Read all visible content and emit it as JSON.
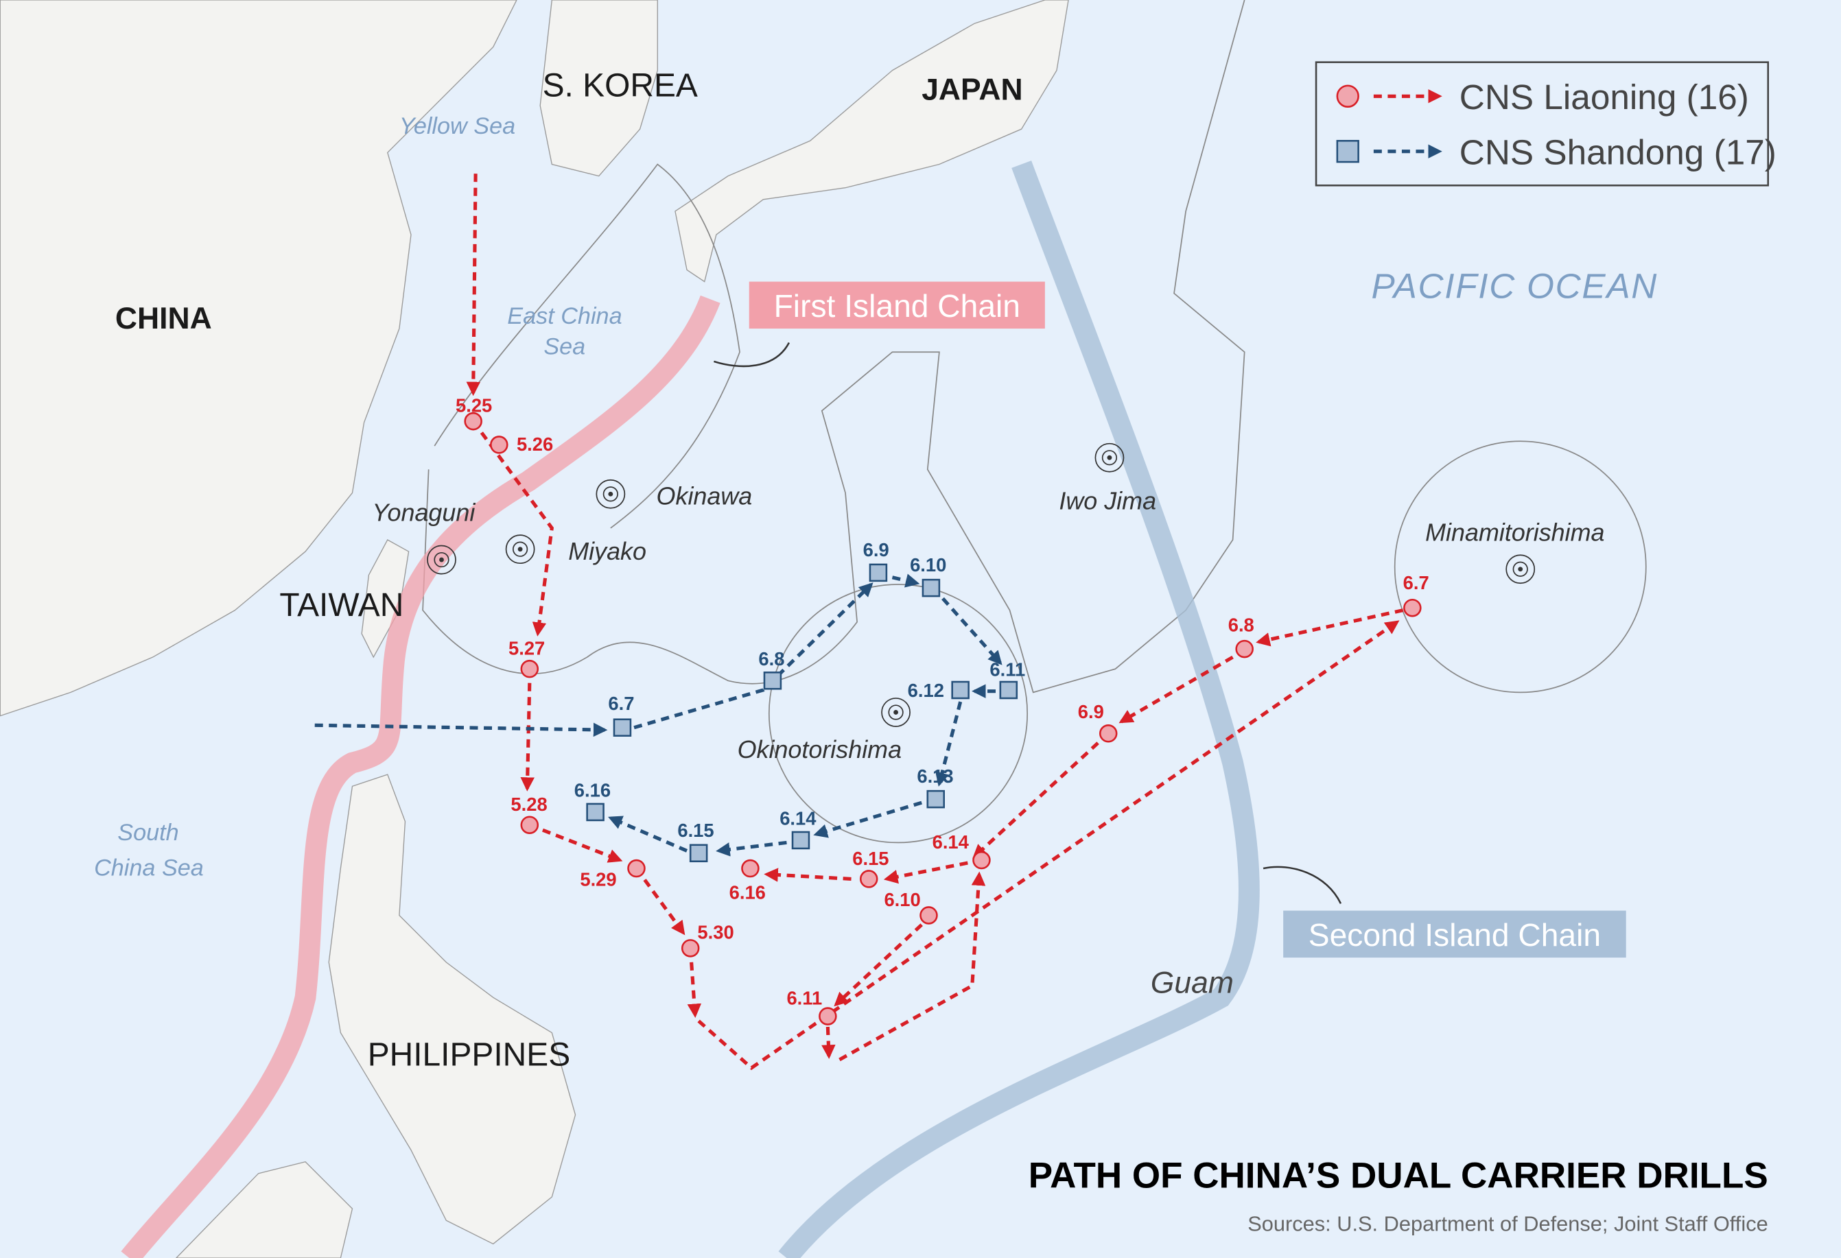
{
  "title": "PATH OF CHINA’S DUAL CARRIER DRILLS",
  "sources": "Sources: U.S. Department of Defense; Joint Staff Office",
  "legend": {
    "liaoning": "CNS Liaoning (16)",
    "shandong": "CNS Shandong (17)"
  },
  "colors": {
    "liaoning": "#d81f26",
    "shandong": "#25507a",
    "first_chain": "#f2a0aa",
    "second_chain": "#a9c0d8",
    "sea": "#e6f0fb",
    "land": "#f2f2f0"
  },
  "labels": {
    "countries": {
      "china": "CHINA",
      "s_korea": "S. KOREA",
      "japan": "JAPAN",
      "taiwan": "TAIWAN",
      "philippines": "PHILIPPINES"
    },
    "seas": {
      "yellow_sea": "Yellow Sea",
      "east_china_sea_1": "East China",
      "east_china_sea_2": "Sea",
      "pacific": "PACIFIC OCEAN",
      "south_china_sea_1": "South",
      "south_china_sea_2": "China Sea"
    },
    "islands": {
      "okinawa": "Okinawa",
      "yonaguni": "Yonaguni",
      "miyako": "Miyako",
      "iwo_jima": "Iwo Jima",
      "okinotorishima": "Okinotorishima",
      "minamitorishima": "Minamitorishima",
      "guam": "Guam"
    },
    "first_island_chain": "First Island Chain",
    "second_island_chain": "Second Island Chain"
  },
  "liaoning_points": [
    "5.25",
    "5.26",
    "5.27",
    "5.28",
    "5.29",
    "5.30",
    "6.7",
    "6.8",
    "6.9",
    "6.10",
    "6.11",
    "6.14",
    "6.15",
    "6.16"
  ],
  "shandong_points": [
    "6.7",
    "6.8",
    "6.9",
    "6.10",
    "6.11",
    "6.12",
    "6.13",
    "6.14",
    "6.15",
    "6.16"
  ]
}
